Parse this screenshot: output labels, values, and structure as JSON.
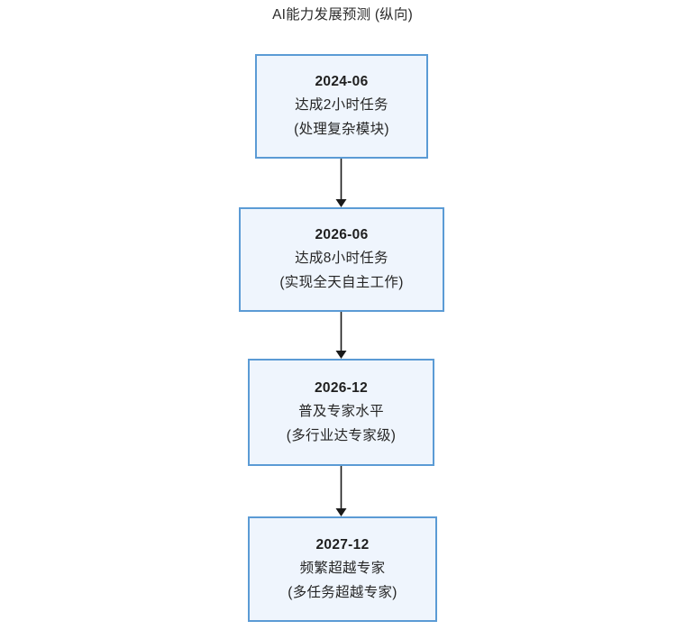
{
  "chart_data": {
    "type": "diagram",
    "diagram_kind": "vertical-flowchart",
    "title": "AI能力发展预测 (纵向)",
    "orientation": "vertical",
    "node_count": 4,
    "edge_count": 3,
    "colors": {
      "node_fill": "#EFF5FD",
      "node_border": "#5B9BD5",
      "arrow": "#1A1A1A",
      "text": "#262626",
      "background": "#FFFFFF"
    },
    "nodes": [
      {
        "id": "node-0",
        "date": "2024-06",
        "headline": "达成2小时任务",
        "detail": "(处理复杂模块)"
      },
      {
        "id": "node-1",
        "date": "2026-06",
        "headline": "达成8小时任务",
        "detail": "(实现全天自主工作)"
      },
      {
        "id": "node-2",
        "date": "2026-12",
        "headline": "普及专家水平",
        "detail": "(多行业达专家级)"
      },
      {
        "id": "node-3",
        "date": "2027-12",
        "headline": "频繁超越专家",
        "detail": "(多任务超越专家)"
      }
    ],
    "edges": [
      {
        "from": "node-0",
        "to": "node-1",
        "label": ""
      },
      {
        "from": "node-1",
        "to": "node-2",
        "label": ""
      },
      {
        "from": "node-2",
        "to": "node-3",
        "label": ""
      }
    ]
  },
  "title": "AI能力发展预测 (纵向)",
  "nodes": [
    {
      "date": "2024-06",
      "headline": "达成2小时任务",
      "detail": "(处理复杂模块)"
    },
    {
      "date": "2026-06",
      "headline": "达成8小时任务",
      "detail": "(实现全天自主工作)"
    },
    {
      "date": "2026-12",
      "headline": "普及专家水平",
      "detail": "(多行业达专家级)"
    },
    {
      "date": "2027-12",
      "headline": "频繁超越专家",
      "detail": "(多任务超越专家)"
    }
  ]
}
